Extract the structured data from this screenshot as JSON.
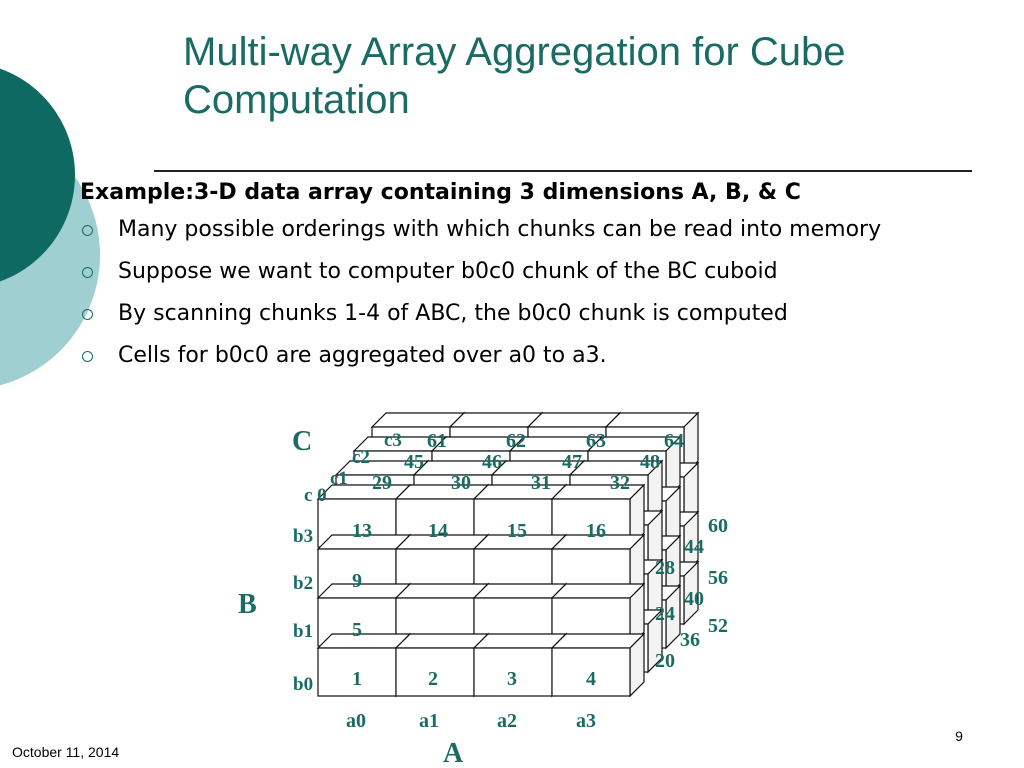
{
  "slide": {
    "title": "Multi-way Array Aggregation for Cube Computation",
    "intro": "Example:3-D data array containing 3 dimensions A, B, & C",
    "bullets": [
      "Many possible orderings with which chunks can be read into memory",
      "Suppose we want to computer b0c0 chunk  of the BC cuboid",
      "By scanning chunks 1-4 of ABC, the b0c0 chunk is computed",
      "Cells for b0c0 are aggregated over a0 to a3."
    ],
    "date": "October 11, 2014",
    "page_number": "9"
  },
  "cube": {
    "dimension_labels": {
      "a": "A",
      "b": "B",
      "c": "C"
    },
    "a_ticks": [
      "a0",
      "a1",
      "a2",
      "a3"
    ],
    "b_ticks": [
      "b0",
      "b1",
      "b2",
      "b3"
    ],
    "c_ticks": [
      "c 0",
      "c1",
      "c2",
      "c3"
    ],
    "front_face_numbers": [
      [
        "13",
        "14",
        "15",
        "16"
      ],
      [
        "9",
        "",
        "",
        ""
      ],
      [
        "5",
        "",
        "",
        ""
      ],
      [
        "1",
        "2",
        "3",
        "4"
      ]
    ],
    "top_layer_numbers": {
      "c1": [
        "29",
        "30",
        "31",
        "32"
      ],
      "c2": [
        "45",
        "46",
        "47",
        "48"
      ],
      "c3": [
        "61",
        "62",
        "63",
        "64"
      ]
    },
    "right_side_numbers": [
      "60",
      "44",
      "28",
      "56",
      "40",
      "24",
      "52",
      "36",
      "20"
    ],
    "colors": {
      "label": "#1a6b64",
      "cell_stroke": "#111111",
      "cell_side": "#f3f3f3"
    }
  },
  "decoration": {
    "dark_teal": "#0e6962",
    "light_teal": "#9fcfd0"
  }
}
